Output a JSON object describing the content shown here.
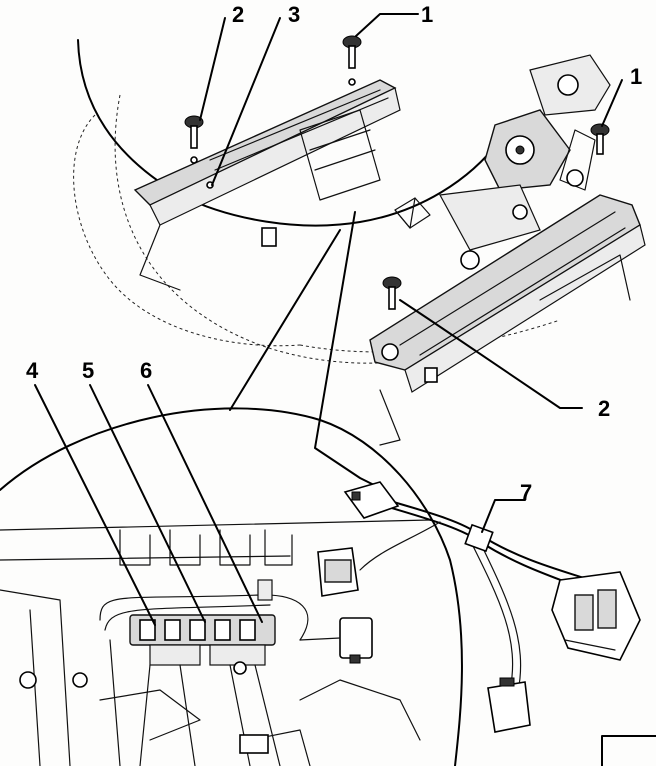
{
  "callouts": {
    "c1_top": "1",
    "c2_top": "2",
    "c3_top": "3",
    "c1_right": "1",
    "c2_right": "2",
    "c4": "4",
    "c5": "5",
    "c6": "6",
    "c7": "7"
  },
  "icons": [
    "bolt-icon",
    "wiring-connector-icon",
    "seat-rail-icon"
  ]
}
